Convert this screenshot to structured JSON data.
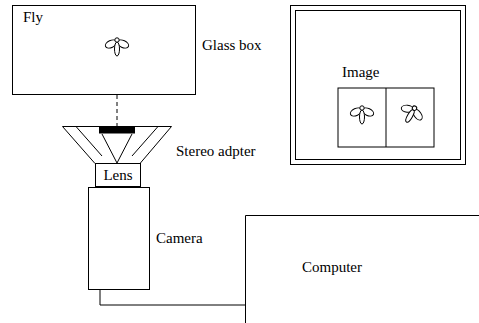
{
  "diagram": {
    "nodes": [
      {
        "text": [
          "Glass box"
        ]
      },
      {
        "text": [
          "Stereo adpter"
        ]
      },
      {
        "text": [
          "Lens"
        ]
      },
      {
        "text": [
          "Camera"
        ]
      },
      {
        "text": [
          "Image"
        ]
      },
      {
        "text": [
          "Computer"
        ]
      }
    ],
    "edges": [
      {
        "from": 0,
        "to": 1,
        "arrow": "none"
      },
      {
        "from": 3,
        "to": 5,
        "arrow": "none"
      }
    ],
    "labels": [
      "Fly"
    ]
  }
}
